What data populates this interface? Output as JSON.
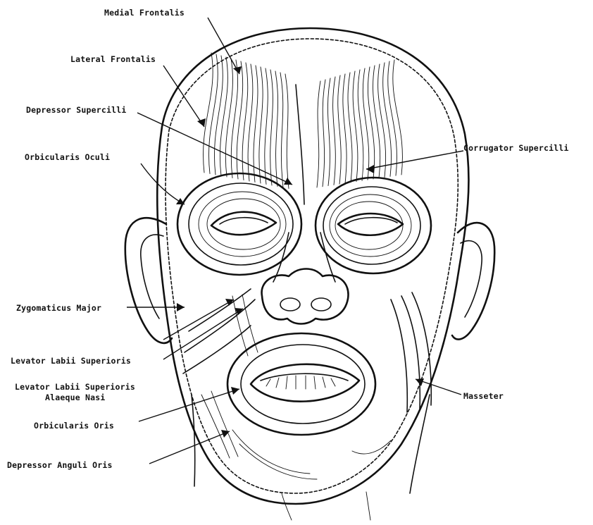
{
  "diagram": {
    "labels": {
      "medial_frontalis": "Medial Frontalis",
      "lateral_frontalis": "Lateral Frontalis",
      "depressor_supercilli": "Depressor Supercilli",
      "orbicularis_oculi": "Orbicularis Oculi",
      "corrugator_supercilli": "Corrugator Supercilli",
      "zygomaticus_major": "Zygomaticus Major",
      "levator_labii_superioris": "Levator Labii Superioris",
      "levator_labii_alaeque_line1": "Levator Labii Superioris",
      "levator_labii_alaeque_line2": "Alaeque Nasi",
      "masseter": "Masseter",
      "orbicularis_oris": "Orbicularis Oris",
      "depressor_anguli_oris": "Depressor Anguli Oris"
    }
  }
}
